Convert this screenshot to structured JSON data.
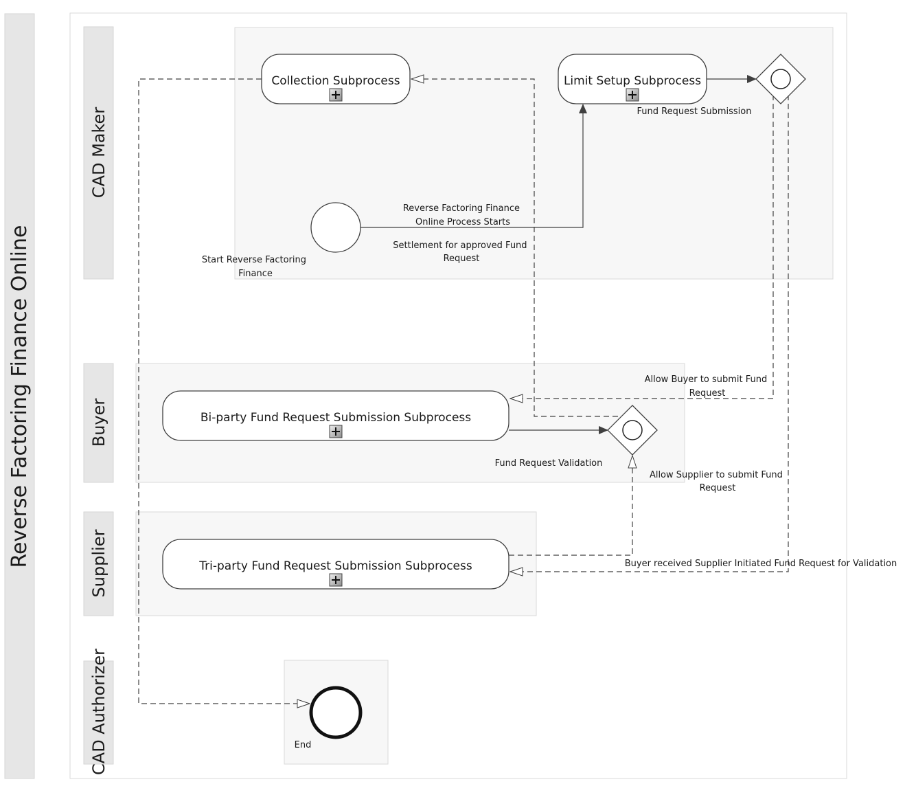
{
  "pool": {
    "title": "Reverse Factoring Finance Online"
  },
  "lanes": [
    {
      "id": "cad-maker",
      "label": "CAD Maker"
    },
    {
      "id": "buyer",
      "label": "Buyer"
    },
    {
      "id": "supplier",
      "label": "Supplier"
    },
    {
      "id": "cad-authorizer",
      "label": "CAD Authorizer"
    }
  ],
  "tasks": {
    "collection": "Collection Subprocess",
    "limit_setup": "Limit Setup Subprocess",
    "biparty": "Bi-party Fund Request Submission Subprocess",
    "triparty": "Tri-party Fund Request Submission Subprocess"
  },
  "events": {
    "start": [
      "Start Reverse Factoring",
      "Finance"
    ],
    "end": "End"
  },
  "gateways": {
    "fund_request_submission": "Fund Request Submission",
    "fund_request_validation": "Fund Request Validation"
  },
  "flow_labels": {
    "process_starts": [
      "Reverse Factoring Finance",
      "Online Process Starts"
    ],
    "settlement": [
      "Settlement for approved Fund",
      "Request"
    ],
    "allow_buyer": [
      "Allow Buyer to submit Fund",
      "Request"
    ],
    "allow_supplier": [
      "Allow Supplier to submit Fund",
      "Request"
    ],
    "buyer_received": "Buyer received Supplier Initiated Fund Request for Validation"
  }
}
